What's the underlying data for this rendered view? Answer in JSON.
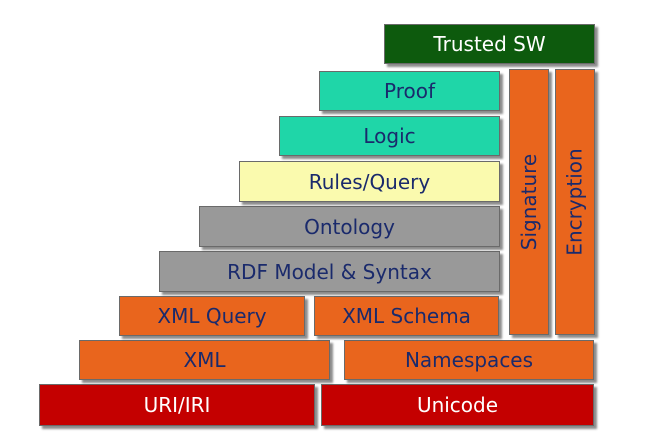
{
  "colors": {
    "red": "#c40000",
    "orange": "#e9651d",
    "gray": "#999999",
    "yellow": "#fafaae",
    "teal": "#1fd6a8",
    "dark_green": "#0d5a0d",
    "text_white": "#ffffff",
    "text_navy": "#1a2a6c"
  },
  "layers": [
    {
      "id": "uri-iri",
      "label": "URI/IRI",
      "color": "red",
      "text": "text_white"
    },
    {
      "id": "unicode",
      "label": "Unicode",
      "color": "red",
      "text": "text_white"
    },
    {
      "id": "xml",
      "label": "XML",
      "color": "orange",
      "text": "text_navy"
    },
    {
      "id": "namespaces",
      "label": "Namespaces",
      "color": "orange",
      "text": "text_navy"
    },
    {
      "id": "xml-query",
      "label": "XML Query",
      "color": "orange",
      "text": "text_navy"
    },
    {
      "id": "xml-schema",
      "label": "XML Schema",
      "color": "orange",
      "text": "text_navy"
    },
    {
      "id": "rdf-model",
      "label": "RDF Model & Syntax",
      "color": "gray",
      "text": "text_navy"
    },
    {
      "id": "ontology",
      "label": "Ontology",
      "color": "gray",
      "text": "text_navy"
    },
    {
      "id": "rules-query",
      "label": "Rules/Query",
      "color": "yellow",
      "text": "text_navy"
    },
    {
      "id": "logic",
      "label": "Logic",
      "color": "teal",
      "text": "text_navy"
    },
    {
      "id": "proof",
      "label": "Proof",
      "color": "teal",
      "text": "text_navy"
    },
    {
      "id": "trusted-sw",
      "label": "Trusted SW",
      "color": "dark_green",
      "text": "text_white"
    },
    {
      "id": "signature",
      "label": "Signature",
      "color": "orange",
      "text": "text_navy"
    },
    {
      "id": "encryption",
      "label": "Encryption",
      "color": "orange",
      "text": "text_navy"
    }
  ]
}
